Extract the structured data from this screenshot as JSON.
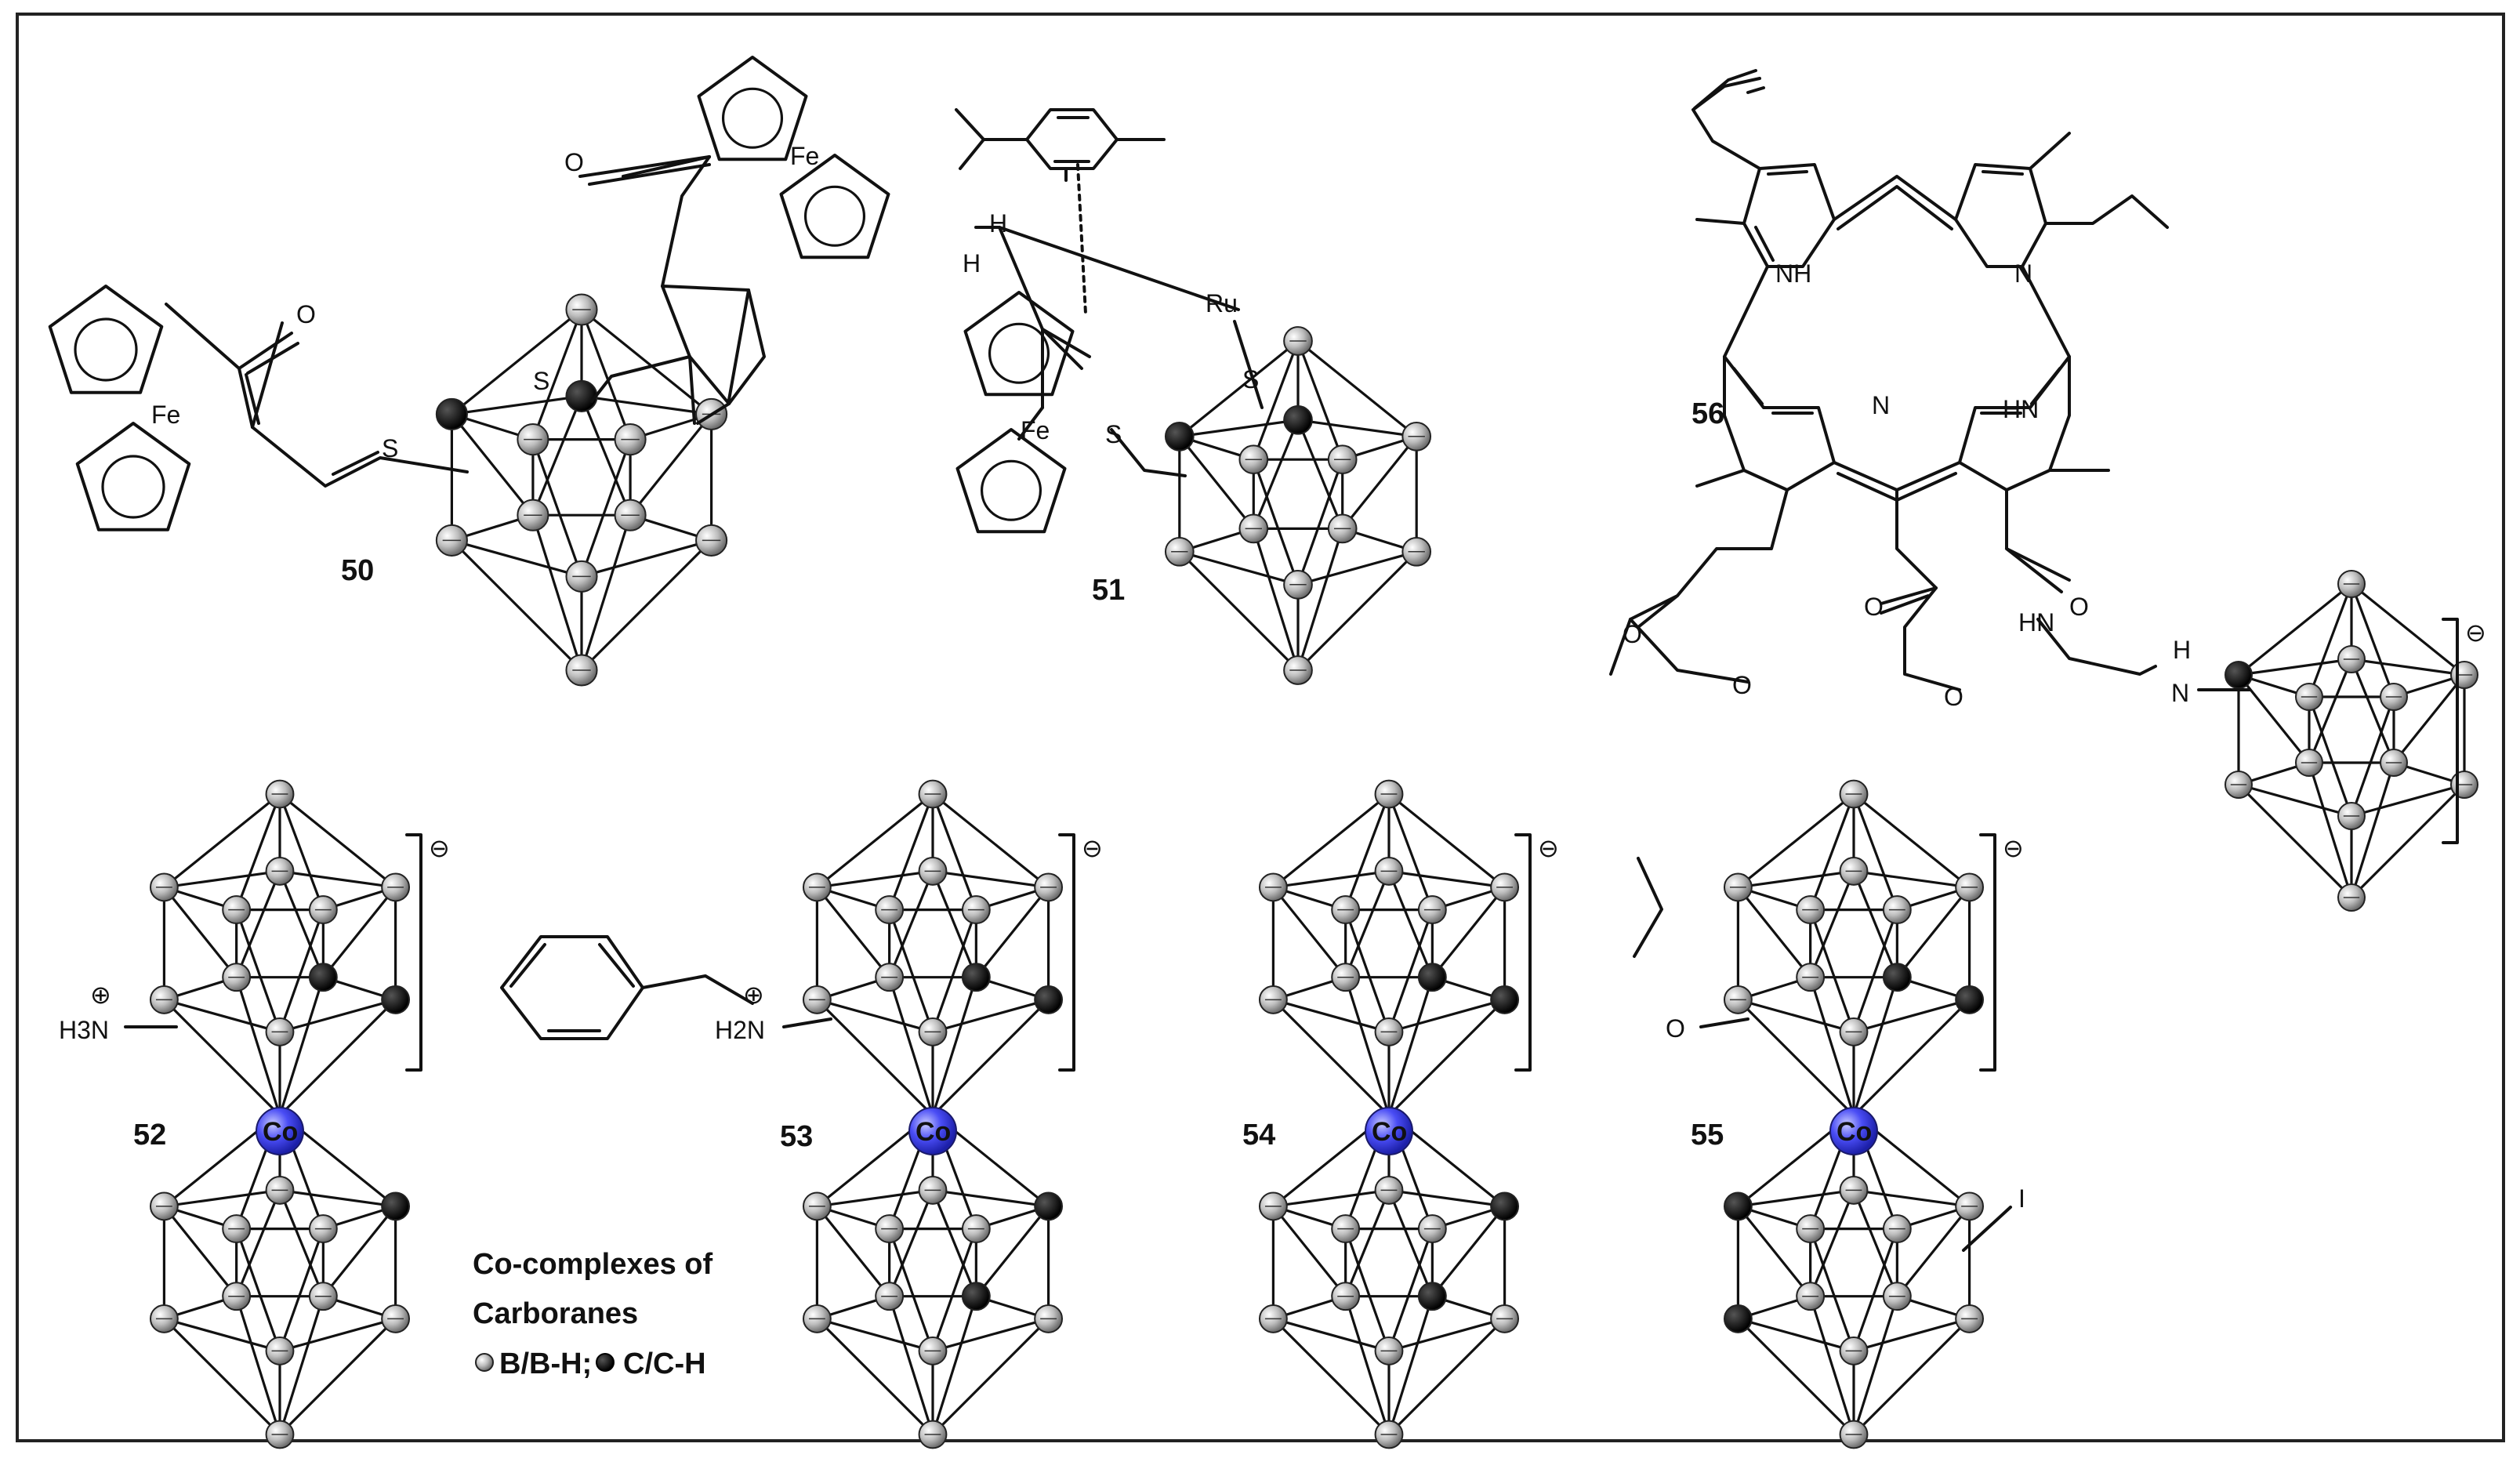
{
  "figure": {
    "compound_numbers": [
      "50",
      "51",
      "52",
      "53",
      "54",
      "55",
      "56"
    ],
    "atoms": {
      "Fe": "Fe",
      "Ru": "Ru",
      "Co": "Co",
      "S": "S",
      "O": "O",
      "N": "N",
      "NH": "NH",
      "HN": "HN",
      "H": "H",
      "I": "I",
      "H3N": "H3N",
      "H2N": "H2N",
      "plus": "⊕",
      "minus": "⊖"
    },
    "legend": {
      "title_line1": "Co-complexes of",
      "title_line2": "Carboranes",
      "boron_label": "B/B-H;",
      "carbon_label": "C/C-H"
    },
    "colors": {
      "cobalt": "#3a3df0",
      "boron_sphere": "#b8b8b8",
      "carbon_sphere": "#000000",
      "line": "#111111"
    }
  }
}
